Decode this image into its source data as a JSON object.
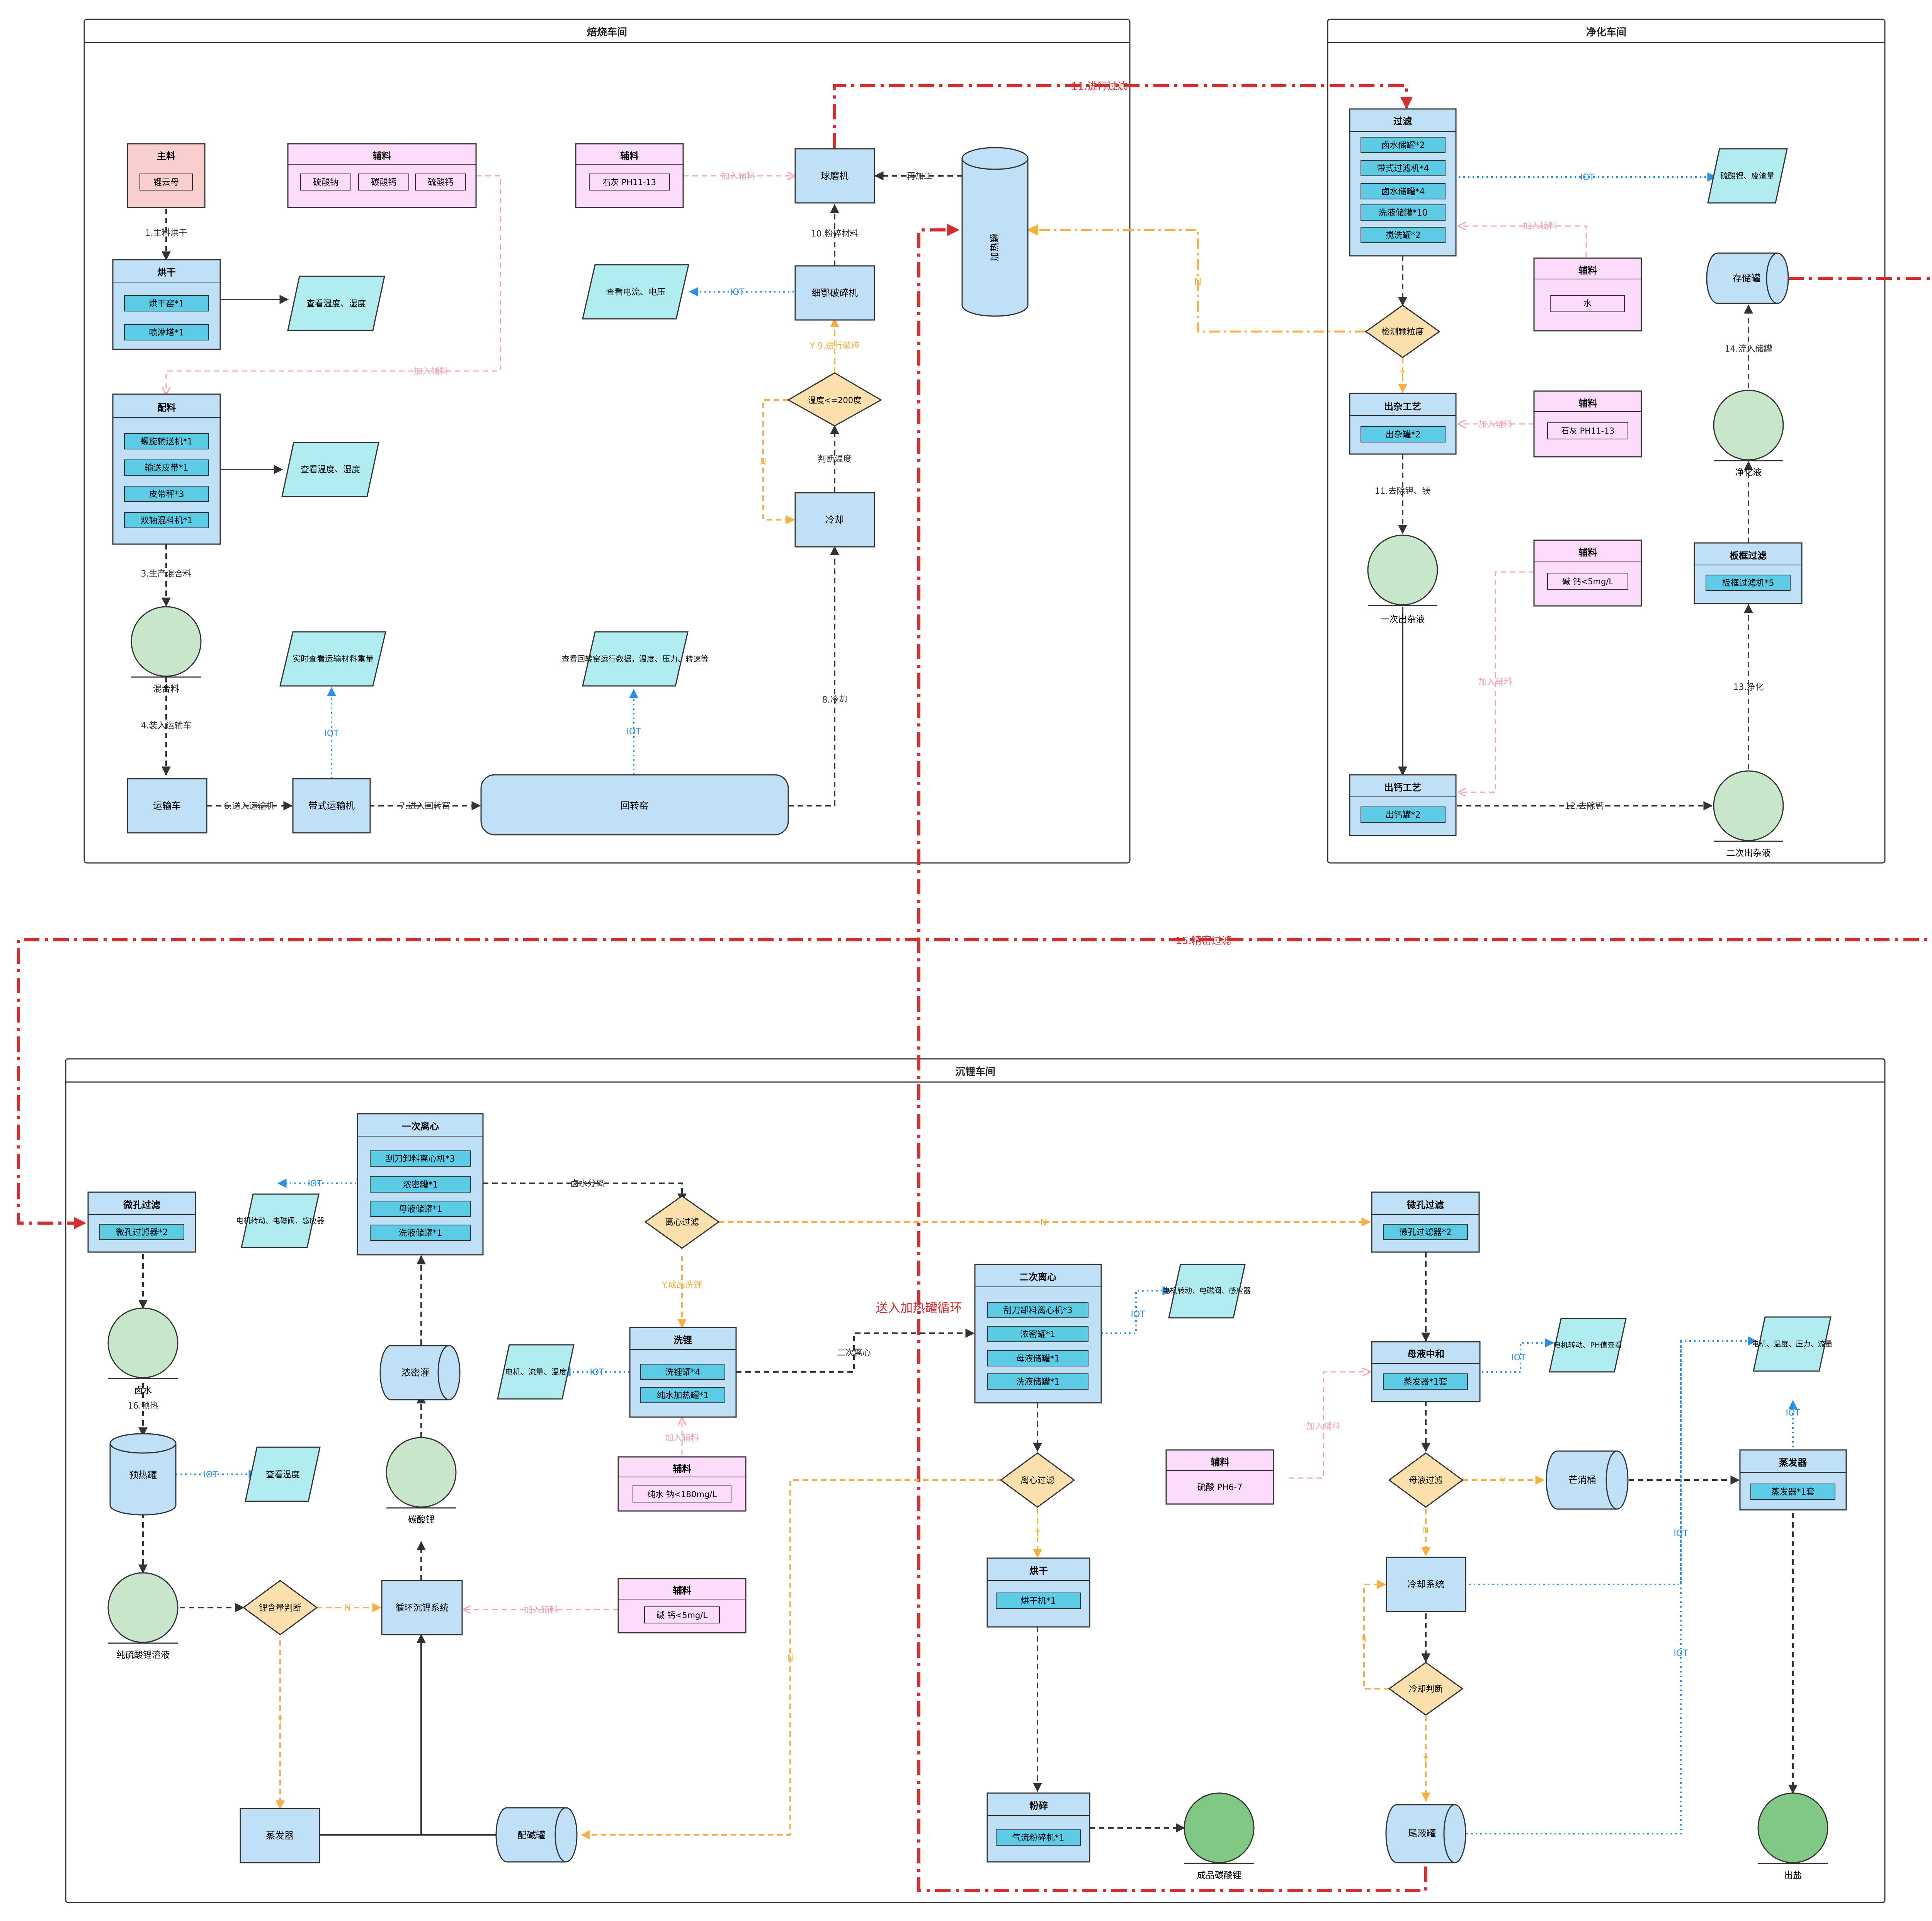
{
  "colors": {
    "blue_box": "#bfe0f7",
    "blue_inner": "#5ccbe6",
    "pink_main": "#f9cece",
    "pink_aux": "#fcdcfa",
    "pink_edge": "#f4a5b0",
    "parallelogram": "#b0ecf0",
    "circle_green": "#c8e6c9",
    "circle_green_dark": "#80c883",
    "diamond": "#fbe0ad",
    "orange_flow": "#f8b042",
    "red_flow": "#d62d31",
    "iot_blue": "#2a8fe6",
    "dark_line": "#333333"
  },
  "lanes": {
    "roasting": "焙烧车间",
    "purify": "净化车间",
    "lithium": "沉锂车间"
  },
  "roasting": {
    "main_material": {
      "title": "主料",
      "item": "锂云母"
    },
    "aux1": {
      "title": "辅料",
      "items": [
        "硫酸钠",
        "碳酸钙",
        "硫酸钙"
      ]
    },
    "aux2": {
      "title": "辅料",
      "item": "石灰 PH11-13"
    },
    "drying": {
      "title": "烘干",
      "items": [
        "烘干窑*1",
        "喷淋塔*1"
      ]
    },
    "batching": {
      "title": "配料",
      "items": [
        "螺旋输送机*1",
        "输送皮带*1",
        "皮带秤*3",
        "双轴混料机*1"
      ]
    },
    "check_temp1": "查看温度、湿度",
    "check_temp2": "查看温度、湿度",
    "mixed_material": "混合料",
    "truck": "运输车",
    "belt_conveyor": "带式运输机",
    "kiln": "回转窑",
    "realtime_view": "实时查看运输材料重量",
    "kiln_view": "查看回转窑运行数据，温度、压力、转速等",
    "cooling": "冷却",
    "temp_decision": "温度<=200度",
    "crusher": "细鄂破碎机",
    "ball_mill": "球磨机",
    "check_current": "查看电流、电压",
    "heating_tank": "加热罐"
  },
  "purify": {
    "filter": {
      "title": "过滤",
      "items": [
        "卤水储罐*2",
        "带式过滤机*4",
        "卤水储罐*4",
        "洗液储罐*10",
        "搅洗罐*2"
      ]
    },
    "waste_out": "硫酸锂、废渣量",
    "aux_water": {
      "title": "辅料",
      "item": "水"
    },
    "storage_tank": "存储罐",
    "detect": "检测颗粒度",
    "impurity": {
      "title": "出杂工艺",
      "item": "出杂罐*2"
    },
    "aux_lime": {
      "title": "辅料",
      "item": "石灰 PH11-13"
    },
    "purified": "净化液",
    "first_impurity": "一次出杂液",
    "aux_alkali": {
      "title": "辅料",
      "item": "碱 钙<5mg/L"
    },
    "plate_filter": {
      "title": "板框过滤",
      "item": "板框过滤机*5"
    },
    "calcium": {
      "title": "出钙工艺",
      "item": "出钙罐*2"
    },
    "second_impurity": "二次出杂液"
  },
  "lithium": {
    "microfilter1": {
      "title": "微孔过滤",
      "item": "微孔过滤器*2"
    },
    "motor_info1": "电机转动、电磁阀、感应器",
    "centrifuge1": {
      "title": "一次离心",
      "items": [
        "刮刀卸料离心机*3",
        "浓密罐*1",
        "母液储罐*1",
        "洗液储罐*1"
      ]
    },
    "brine": "卤水",
    "preheat_tank": "预热罐",
    "check_temp3": "查看温度",
    "thick_tank": "浓密灌",
    "lithium_carbonate": "碳酸锂",
    "centri_filter1": "离心过滤",
    "washing": {
      "title": "洗锂",
      "items": [
        "洗锂罐*4",
        "纯水加热罐*1"
      ]
    },
    "motor_info2": "电机、流量、温度",
    "aux_purewater": {
      "title": "辅料",
      "item": "纯水 钠<180mg/L"
    },
    "centrifuge2": {
      "title": "二次离心",
      "items": [
        "刮刀卸料离心机*3",
        "浓密罐*1",
        "母液储罐*1",
        "洗液储罐*1"
      ]
    },
    "motor_info3": "电机转动、电磁阀、感应器",
    "heat_cycle_label": "送入加热罐循环",
    "centri_filter2": "离心过滤",
    "dry": {
      "title": "烘干",
      "item": "烘干机*1"
    },
    "crush": {
      "title": "粉碎",
      "item": "气流粉碎机*1"
    },
    "product": "成品碳酸锂",
    "solution": "纯硫酸锂溶液",
    "li_content": "锂含量判断",
    "cycle_system": "循环沉锂系统",
    "aux_alkali2": {
      "title": "辅料",
      "item": "碱 钙<5mg/L"
    },
    "evaporator_left": "蒸发器",
    "alkali_tank": "配碱罐",
    "microfilter2": {
      "title": "微孔过滤",
      "item": "微孔过滤器*2"
    },
    "neutral": {
      "title": "母液中和",
      "item": "蒸发器*1套"
    },
    "motor_info4": "电机转动、PH值查看",
    "aux_sulfuric": {
      "title": "辅料",
      "item": "硫酸 PH6-7"
    },
    "mother_filter": "母液过滤",
    "mirabilite": "芒消桶",
    "evaporator": {
      "title": "蒸发器",
      "item": "蒸发器*1套"
    },
    "motor_info5": "电机、温度、压力、流量",
    "cool_system": "冷却系统",
    "cool_decision": "冷却判断",
    "tail_tank": "尾液罐",
    "salt_out": "出盐"
  },
  "flow_labels": {
    "s1": "1.主料烘干",
    "s3": "3.生产混合料",
    "s4": "4.装入运输车",
    "s6": "6.送入运输机",
    "s7": "7.进入回转窑",
    "s8": "8.冷却",
    "judge_temp": "判断温度",
    "s9": "Y 9.进行破碎",
    "s10": "10.粉碎材料",
    "reprocess": "再加工",
    "add_aux": "加入辅料",
    "s11": "11.进行过滤",
    "s11b": "11.去除钾、镁",
    "s12": "12.去除钙",
    "s13": "13.净化",
    "s14": "14.流入储罐",
    "s15": "15.精密过滤",
    "s16": "16.预热",
    "brine_sep": "卤水分离",
    "y_wash": "Y.成品洗锂",
    "second_centri": "二次离心",
    "iot": "IOT",
    "y": "Y",
    "n": "N"
  }
}
